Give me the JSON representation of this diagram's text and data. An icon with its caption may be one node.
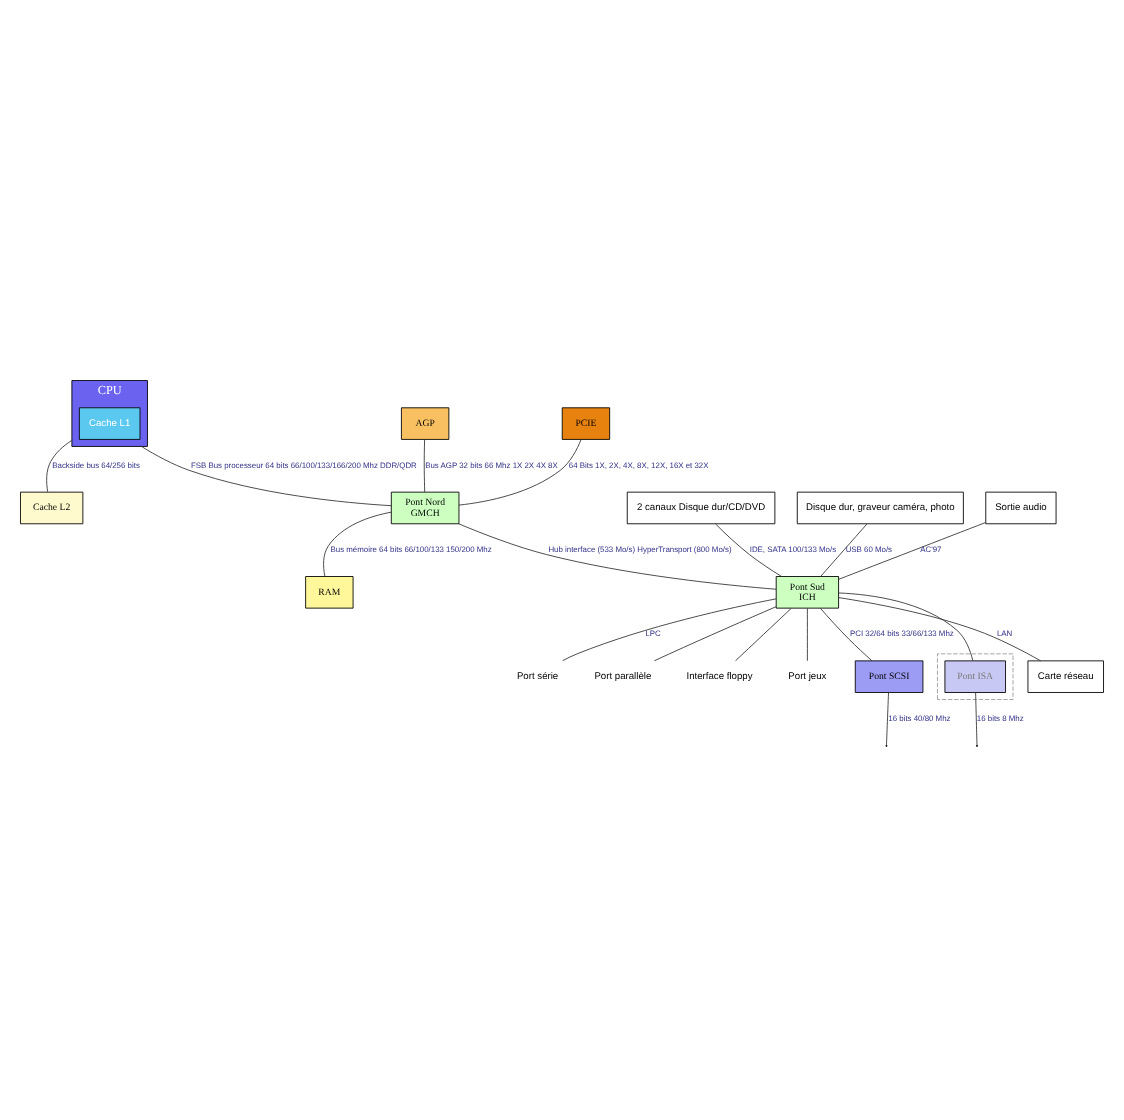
{
  "diagram": {
    "nodes": [
      {
        "text": [
          "CPU"
        ]
      },
      {
        "text": [
          "Cache L1"
        ],
        "in": 0
      },
      {
        "text": [
          "Cache L2"
        ]
      },
      {
        "text": [
          "Pont Nord",
          "GMCH"
        ]
      },
      {
        "text": [
          "AGP"
        ]
      },
      {
        "text": [
          "PCIE"
        ]
      },
      {
        "text": [
          "RAM"
        ]
      },
      {
        "text": [
          "Pont Sud",
          "ICH"
        ]
      },
      {
        "text": [
          "2 canaux Disque dur/CD/DVD"
        ]
      },
      {
        "text": [
          "Disque dur, graveur caméra, photo"
        ]
      },
      {
        "text": [
          "Sortie audio"
        ]
      },
      {
        "text": [
          "Port série"
        ]
      },
      {
        "text": [
          "Port parallèle"
        ]
      },
      {
        "text": [
          "Interface floppy"
        ]
      },
      {
        "text": [
          "Port jeux"
        ]
      },
      {
        "text": [
          "Pont SCSI"
        ]
      },
      {
        "text": [],
        "shape": "box"
      },
      {
        "text": [
          "Pont ISA"
        ],
        "in": 16
      },
      {
        "text": [
          "Carte réseau"
        ]
      }
    ],
    "edges": [
      {
        "from": 0,
        "to": 2,
        "arrow": "none",
        "label": "Backside bus 64/256 bits"
      },
      {
        "from": 0,
        "to": 3,
        "arrow": "none",
        "label": "FSB Bus processeur 64 bits 66/100/133/166/200 Mhz DDR/QDR"
      },
      {
        "from": 4,
        "to": 3,
        "arrow": "none",
        "label": "Bus AGP 32 bits 66 Mhz 1X 2X 4X 8X"
      },
      {
        "from": 5,
        "to": 3,
        "arrow": "none",
        "label": "64 Bits 1X, 2X, 4X, 8X, 12X, 16X et 32X"
      },
      {
        "from": 3,
        "to": 6,
        "arrow": "none",
        "label": "Bus mémoire 64 bits 66/100/133 150/200 Mhz"
      },
      {
        "from": 3,
        "to": 7,
        "arrow": "none",
        "label": "Hub interface (533 Mo/s) HyperTransport (800 Mo/s)"
      },
      {
        "from": 8,
        "to": 7,
        "arrow": "none",
        "label": "IDE, SATA 100/133 Mo/s"
      },
      {
        "from": 9,
        "to": 7,
        "arrow": "none",
        "label": "USB 60 Mo/s"
      },
      {
        "from": 10,
        "to": 7,
        "arrow": "none",
        "label": "AC'97"
      },
      {
        "from": 11,
        "to": 7,
        "arrow": "none",
        "label": "LPC"
      },
      {
        "from": 12,
        "to": 7,
        "arrow": "none"
      },
      {
        "from": 13,
        "to": 7,
        "arrow": "none"
      },
      {
        "from": 14,
        "to": 7,
        "arrow": "none"
      },
      {
        "from": 7,
        "to": 15,
        "arrow": "none",
        "label": "PCI 32/64 bits 33/66/133 Mhz"
      },
      {
        "from": 7,
        "to": 17,
        "arrow": "none"
      },
      {
        "from": 15,
        "to": null,
        "arrow": "none",
        "label": "16 bits 40/80 Mhz"
      },
      {
        "from": 17,
        "to": null,
        "arrow": "none",
        "label": "16 bits 8 Mhz"
      },
      {
        "from": 7,
        "to": 18,
        "arrow": "none",
        "label": "LAN"
      }
    ]
  }
}
